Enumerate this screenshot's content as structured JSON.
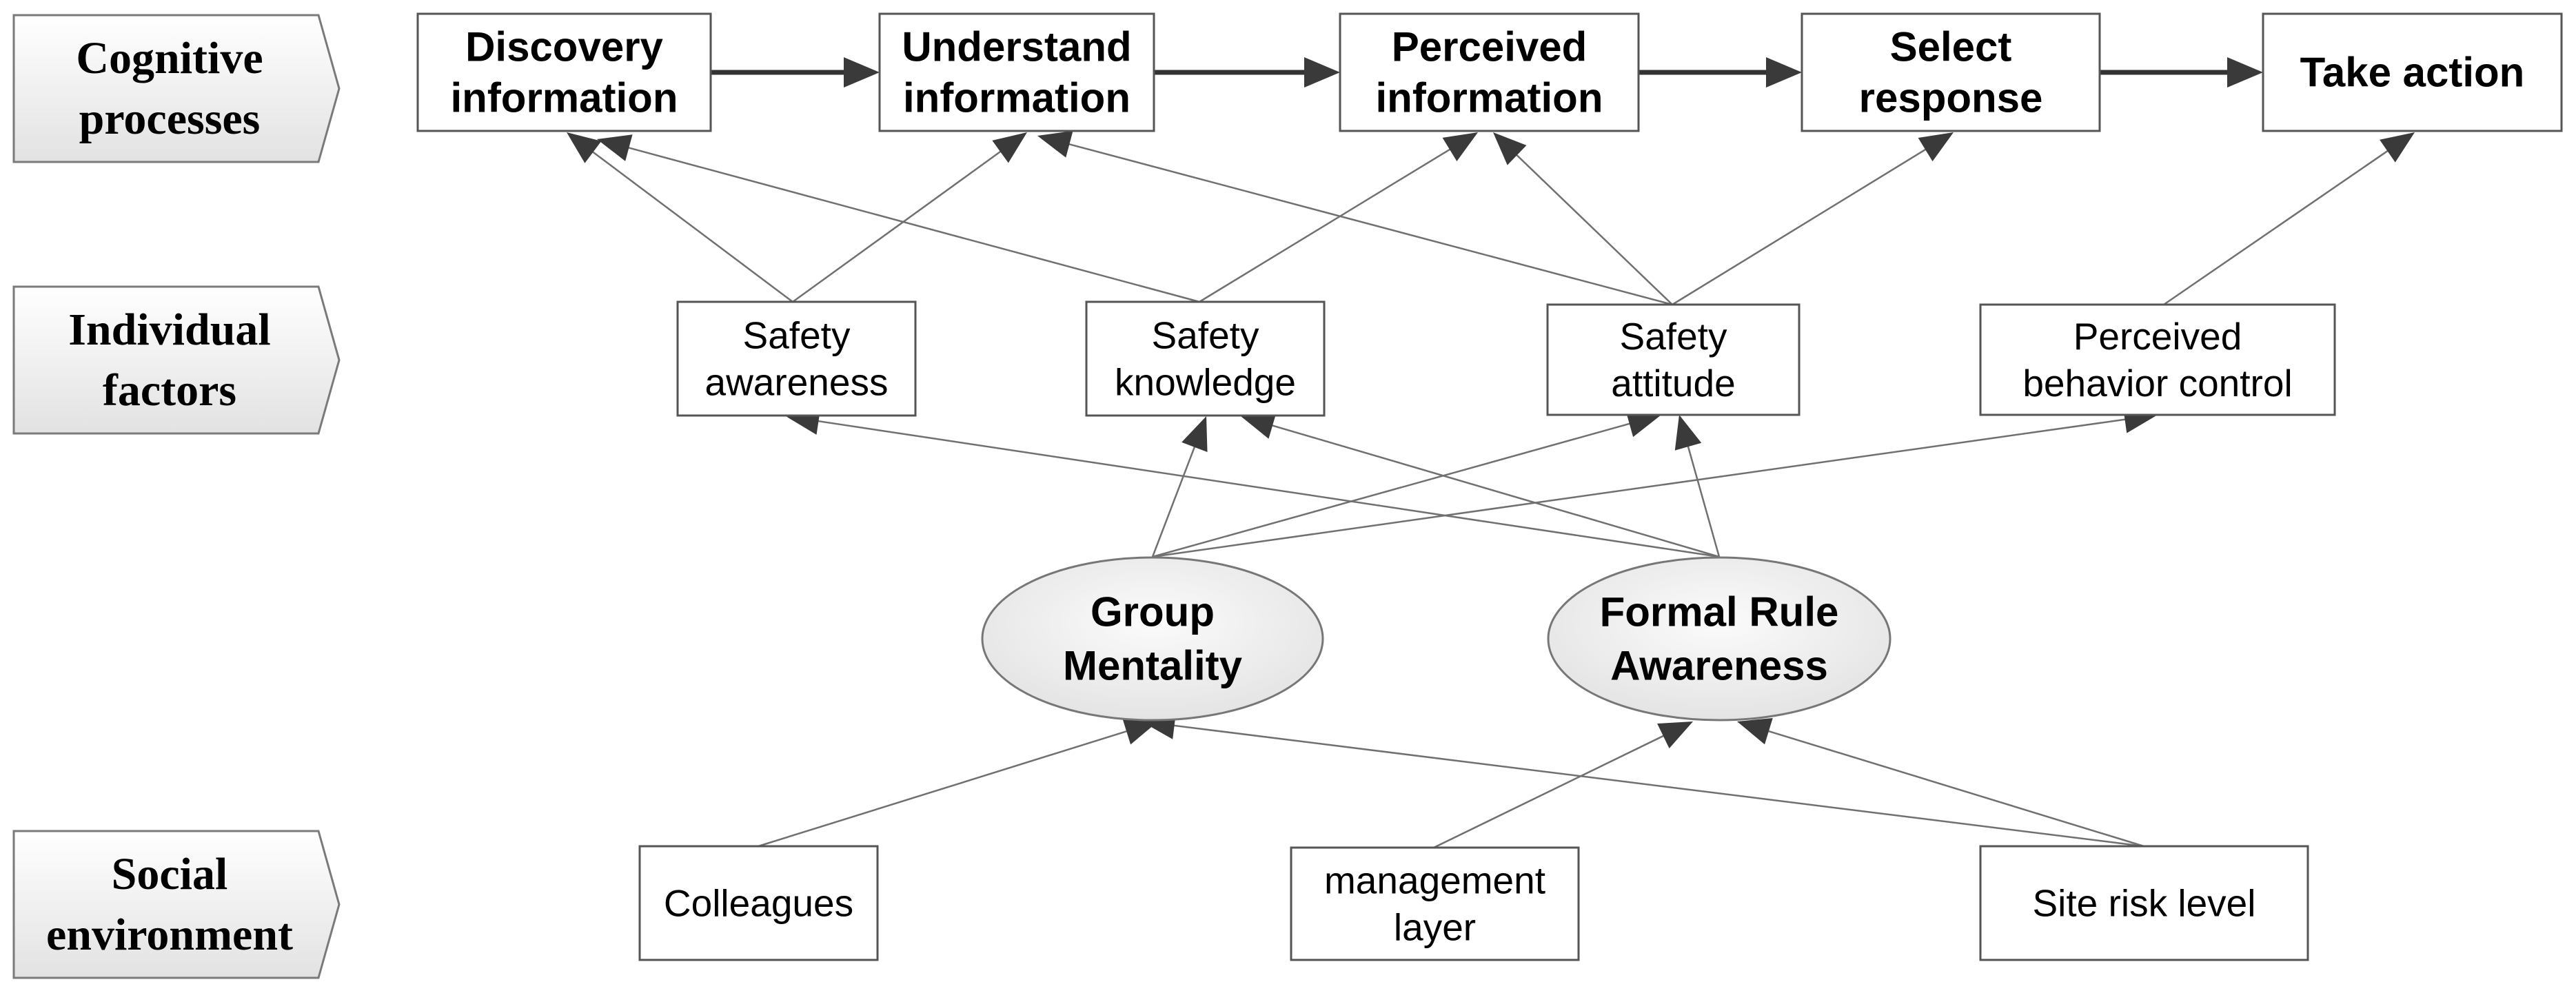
{
  "colors": {
    "box_border": "#555555",
    "thick_arrow": "#333333",
    "thin_arrow": "#707070",
    "arrowhead": "#3a3a3a",
    "tag_fill_light": "#ffffff",
    "tag_fill_dark": "#e2e2e2",
    "ellipse_fill": "#ececec"
  },
  "row_tags": [
    {
      "lines": [
        "Cognitive",
        "processes"
      ]
    },
    {
      "lines": [
        "Individual",
        "factors"
      ]
    },
    {
      "lines": [
        "Social",
        "environment"
      ]
    }
  ],
  "cognitive_processes": [
    {
      "id": "discovery",
      "lines": [
        "Discovery",
        "information"
      ]
    },
    {
      "id": "understand",
      "lines": [
        "Understand",
        "information"
      ]
    },
    {
      "id": "perceived",
      "lines": [
        "Perceived",
        "information"
      ]
    },
    {
      "id": "select",
      "lines": [
        "Select",
        "response"
      ]
    },
    {
      "id": "take_action",
      "lines": [
        "Take action"
      ]
    }
  ],
  "individual_factors": [
    {
      "id": "safety_awareness",
      "lines": [
        "Safety",
        "awareness"
      ]
    },
    {
      "id": "safety_knowledge",
      "lines": [
        "Safety",
        "knowledge"
      ]
    },
    {
      "id": "safety_attitude",
      "lines": [
        "Safety",
        "attitude"
      ]
    },
    {
      "id": "perceived_behavior_control",
      "lines": [
        "Perceived",
        "behavior control"
      ]
    }
  ],
  "mediators": [
    {
      "id": "group_mentality",
      "lines": [
        "Group",
        "Mentality"
      ]
    },
    {
      "id": "formal_rule_awareness",
      "lines": [
        "Formal Rule",
        "Awareness"
      ]
    }
  ],
  "social_environment": [
    {
      "id": "colleagues",
      "lines": [
        "Colleagues"
      ]
    },
    {
      "id": "management_layer",
      "lines": [
        "management",
        "layer"
      ]
    },
    {
      "id": "site_risk_level",
      "lines": [
        "Site risk level"
      ]
    }
  ],
  "edges": [
    {
      "from": "discovery",
      "to": "understand",
      "style": "thick"
    },
    {
      "from": "understand",
      "to": "perceived",
      "style": "thick"
    },
    {
      "from": "perceived",
      "to": "select",
      "style": "thick"
    },
    {
      "from": "select",
      "to": "take_action",
      "style": "thick"
    },
    {
      "from": "safety_awareness",
      "to": "discovery",
      "style": "thin"
    },
    {
      "from": "safety_awareness",
      "to": "understand",
      "style": "thin"
    },
    {
      "from": "safety_knowledge",
      "to": "discovery",
      "style": "thin"
    },
    {
      "from": "safety_knowledge",
      "to": "perceived",
      "style": "thin"
    },
    {
      "from": "safety_attitude",
      "to": "understand",
      "style": "thin"
    },
    {
      "from": "safety_attitude",
      "to": "perceived",
      "style": "thin"
    },
    {
      "from": "safety_attitude",
      "to": "select",
      "style": "thin"
    },
    {
      "from": "perceived_behavior_control",
      "to": "take_action",
      "style": "thin"
    },
    {
      "from": "group_mentality",
      "to": "safety_knowledge",
      "style": "thin"
    },
    {
      "from": "group_mentality",
      "to": "safety_attitude",
      "style": "thin"
    },
    {
      "from": "group_mentality",
      "to": "perceived_behavior_control",
      "style": "thin"
    },
    {
      "from": "formal_rule_awareness",
      "to": "safety_awareness",
      "style": "thin"
    },
    {
      "from": "formal_rule_awareness",
      "to": "safety_knowledge",
      "style": "thin"
    },
    {
      "from": "formal_rule_awareness",
      "to": "safety_attitude",
      "style": "thin"
    },
    {
      "from": "colleagues",
      "to": "group_mentality",
      "style": "thin"
    },
    {
      "from": "management_layer",
      "to": "formal_rule_awareness",
      "style": "thin"
    },
    {
      "from": "site_risk_level",
      "to": "group_mentality",
      "style": "thin"
    },
    {
      "from": "site_risk_level",
      "to": "formal_rule_awareness",
      "style": "thin"
    }
  ]
}
